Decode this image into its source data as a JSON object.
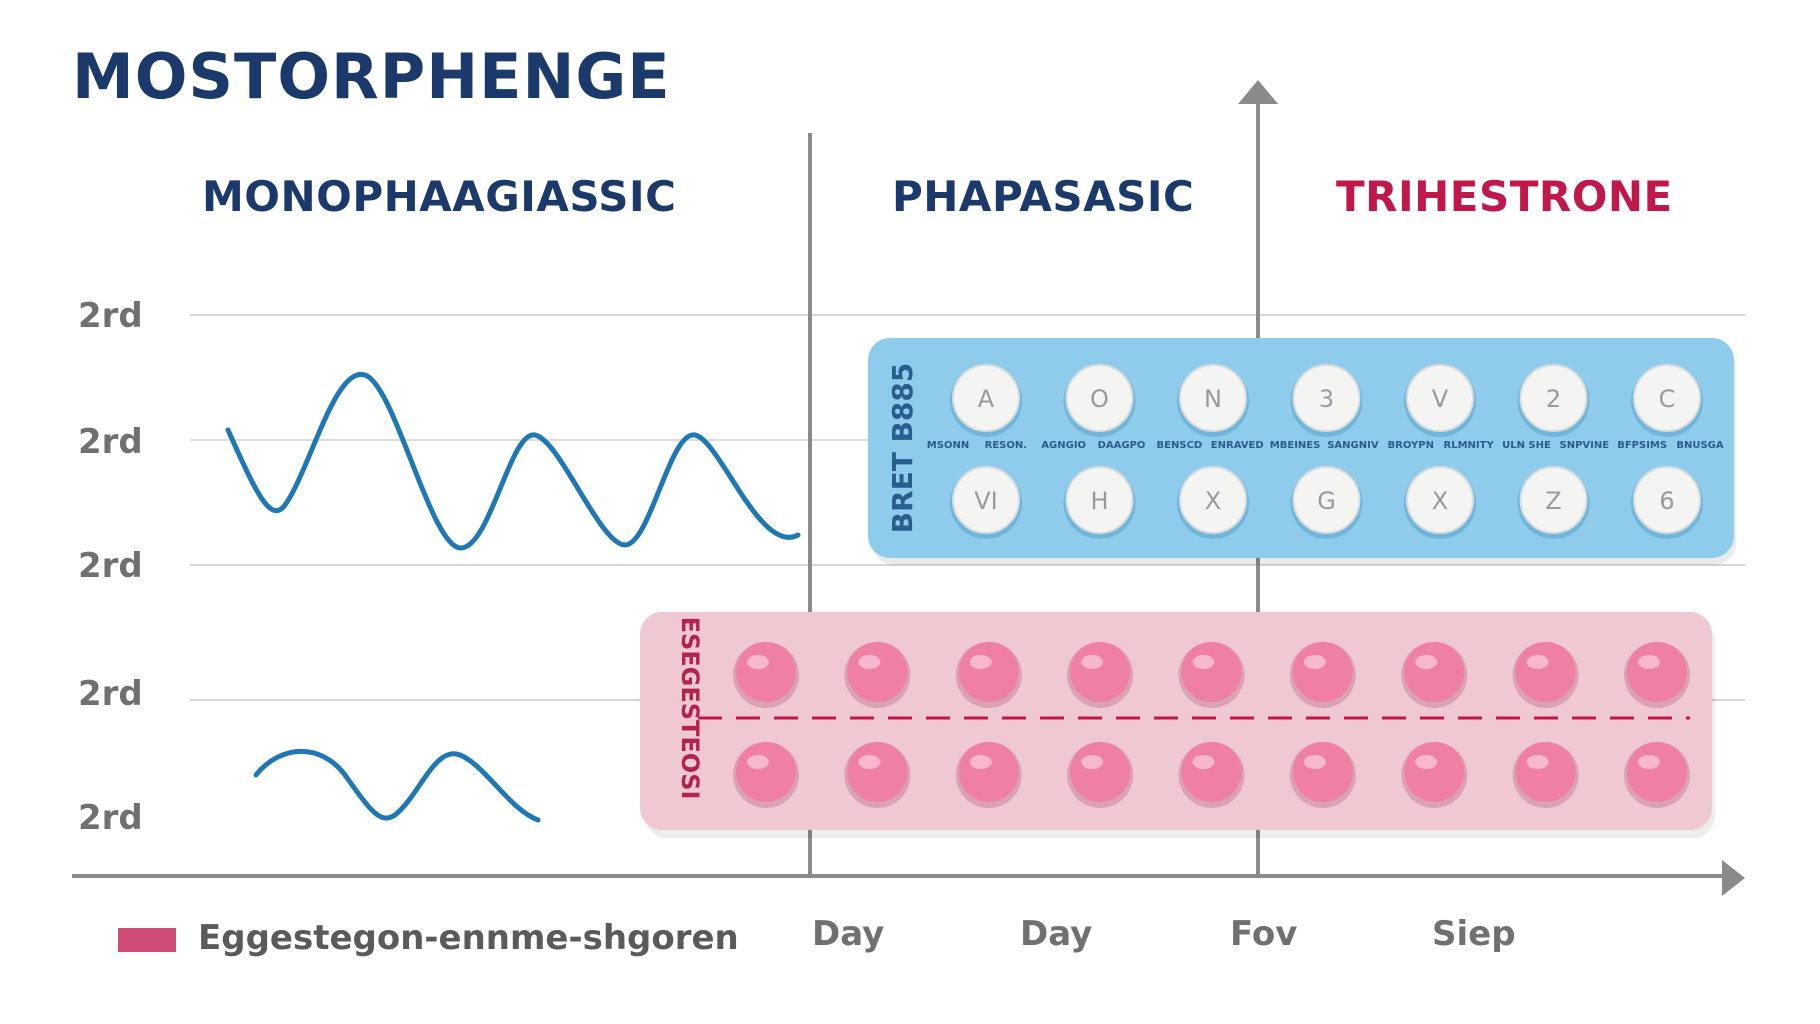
{
  "title": "MOSTORPHENGE",
  "sections": [
    {
      "heading": "MONOPHAAGIASSIC"
    },
    {
      "heading": "PHAPASASIC"
    },
    {
      "heading": "TRIHESTRONE"
    }
  ],
  "y_ticks": [
    "2rd",
    "2rd",
    "2rd",
    "2rd",
    "2rd"
  ],
  "x_ticks": [
    "Day",
    "Day",
    "Fov",
    "Siep"
  ],
  "legend": {
    "label": "Eggestegon-ennme-shgoren",
    "color": "#cf4d77"
  },
  "blue_pack": {
    "side_label": "BRET B885",
    "color": "#8fcbea",
    "top_row": [
      "A",
      "O",
      "N",
      "3",
      "V",
      "2",
      "C"
    ],
    "mid_labels": [
      "MSONN",
      "RESON.",
      "AGNGIO",
      "DAAGPO",
      "BENSCD",
      "ENRAVED",
      "MBEINES",
      "SANGNIV",
      "BROYPN",
      "RLMNITY",
      "ULN SHE",
      "SNPVINE",
      "BFPSIMS",
      "BNUSGA"
    ],
    "bottom_row": [
      "VI",
      "H",
      "X",
      "G",
      "X",
      "Z",
      "6"
    ]
  },
  "pink_pack": {
    "side_label": "ESEGESTEOSI",
    "color": "#efc8d2",
    "pill_color": "#f07fa4",
    "pills_per_row": 9
  },
  "icons": [
    "y-axis-arrow-icon",
    "x-axis-arrow-icon"
  ]
}
